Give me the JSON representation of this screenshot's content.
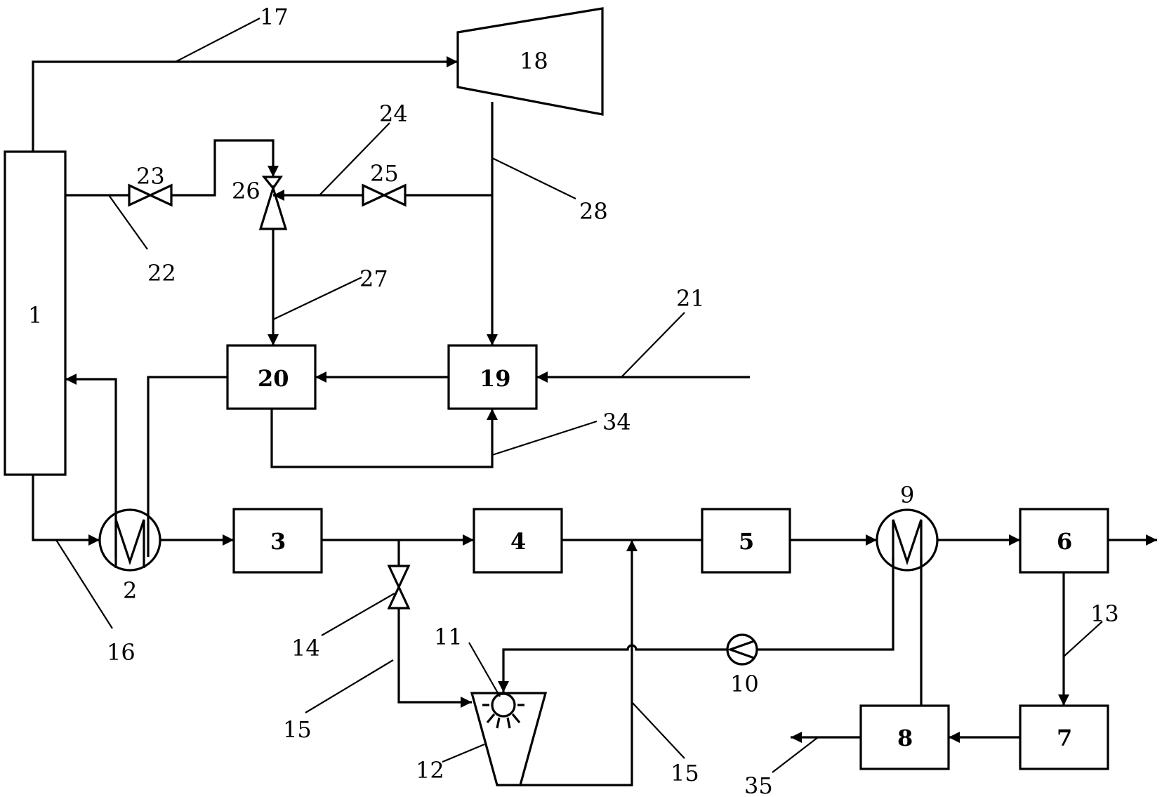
{
  "labels": {
    "l1": "1",
    "l2": "2",
    "l3": "3",
    "l4": "4",
    "l5": "5",
    "l6": "6",
    "l7": "7",
    "l8": "8",
    "l9": "9",
    "l10": "10",
    "l11": "11",
    "l12": "12",
    "l13": "13",
    "l14": "14",
    "l15a": "15",
    "l15b": "15",
    "l16": "16",
    "l17": "17",
    "l18": "18",
    "l19": "19",
    "l20": "20",
    "l21": "21",
    "l22": "22",
    "l23": "23",
    "l24": "24",
    "l25": "25",
    "l26": "26",
    "l27": "27",
    "l28": "28",
    "l34": "34",
    "l35": "35"
  },
  "colors": {
    "line": "#000000",
    "background": "#ffffff"
  }
}
